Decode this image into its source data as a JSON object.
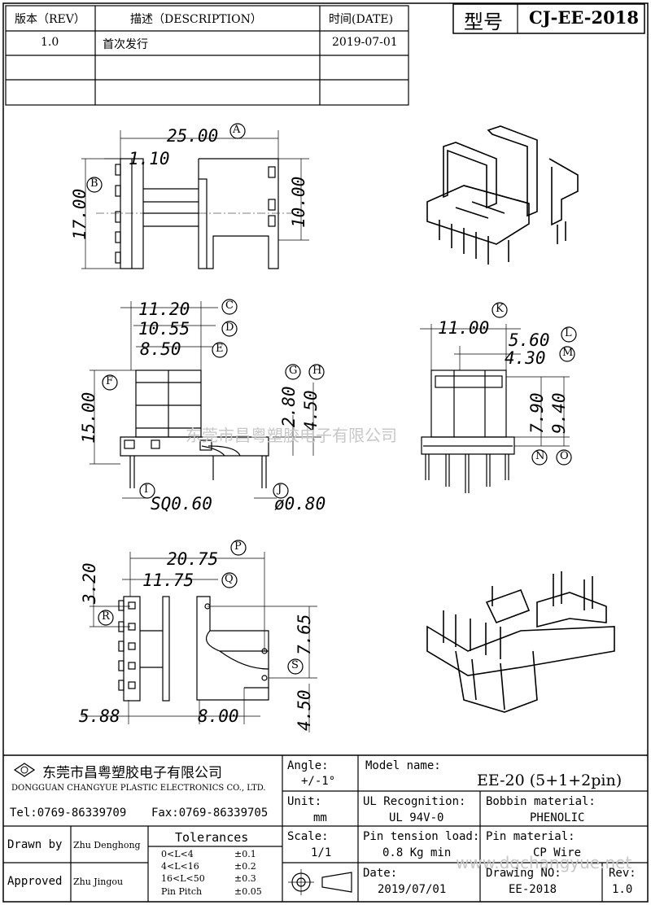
{
  "revision_table": {
    "headers": {
      "rev": "版本（REV）",
      "description": "描述（DESCRIPTION）",
      "date": "时间(DATE)"
    },
    "rows": [
      {
        "rev": "1.0",
        "description": "首次发行",
        "date": "2019-07-01"
      }
    ]
  },
  "model_box": {
    "label": "型号",
    "value": "CJ-EE-2018"
  },
  "watermark": {
    "cn": "东莞市昌粤塑胶电子有限公司",
    "url": "www.dgchangyue.net"
  },
  "dimensions": {
    "top_view": {
      "width": "25.00",
      "width_tag": "A",
      "offset": "1.10",
      "height": "17.00",
      "height_tag": "B",
      "right": "10.00"
    },
    "front_view": {
      "c": "11.20",
      "c_tag": "C",
      "d": "10.55",
      "d_tag": "D",
      "e": "8.50",
      "e_tag": "E",
      "f": "15.00",
      "f_tag": "F",
      "g": "2.80",
      "g_tag": "G",
      "h": "4.50",
      "h_tag": "H",
      "i": "SQ0.60",
      "i_tag": "I",
      "j": "ø0.80",
      "j_tag": "J"
    },
    "side_view": {
      "k": "11.00",
      "k_tag": "K",
      "l": "5.60",
      "l_tag": "L",
      "m": "4.30",
      "m_tag": "M",
      "n": "7.90",
      "n_tag": "N",
      "o": "9.40",
      "o_tag": "O"
    },
    "bottom_view": {
      "p": "20.75",
      "p_tag": "P",
      "q": "11.75",
      "q_tag": "Q",
      "r": "3.20",
      "r_tag": "R",
      "s": "7.65",
      "s_tag": "S",
      "t": "4.50",
      "u": "5.88",
      "v": "8.00"
    }
  },
  "title_block": {
    "company_cn": "东莞市昌粤塑胶电子有限公司",
    "company_en": "DONGGUAN CHANGYUE PLASTIC ELECTRONICS CO., LTD.",
    "tel": "Tel:0769-86339709",
    "fax": "Fax:0769-86339705",
    "angle_label": "Angle:",
    "angle_value": "+/-1°",
    "model_label": "Model name:",
    "model_value": "EE-20 (5+1+2pin)",
    "unit_label": "Unit:",
    "unit_value": "mm",
    "ul_label": "UL Recognition:",
    "ul_value": "UL 94V-0",
    "bobbin_label": "Bobbin material:",
    "bobbin_value": "PHENOLIC",
    "drawn_label": "Drawn by",
    "drawn_value": "Zhu Denghong",
    "approved_label": "Approved",
    "approved_value": "Zhu   Jingou",
    "tolerances_label": "Tolerances",
    "tolerances": [
      {
        "range": "0<L<4",
        "value": "±0.1"
      },
      {
        "range": "4<L<16",
        "value": "±0.2"
      },
      {
        "range": "16<L<50",
        "value": "±0.3"
      },
      {
        "range": "Pin Pitch",
        "value": "±0.05"
      }
    ],
    "scale_label": "Scale:",
    "scale_value": "1/1",
    "pin_tension_label": "Pin tension load:",
    "pin_tension_value": "0.8 Kg min",
    "pin_material_label": "Pin material:",
    "pin_material_value": "CP Wire",
    "date_label": "Date:",
    "date_value": "2019/07/01",
    "drawing_no_label": "Drawing NO:",
    "drawing_no_value": "EE-2018",
    "rev_label": "Rev:",
    "rev_value": "1.0"
  }
}
